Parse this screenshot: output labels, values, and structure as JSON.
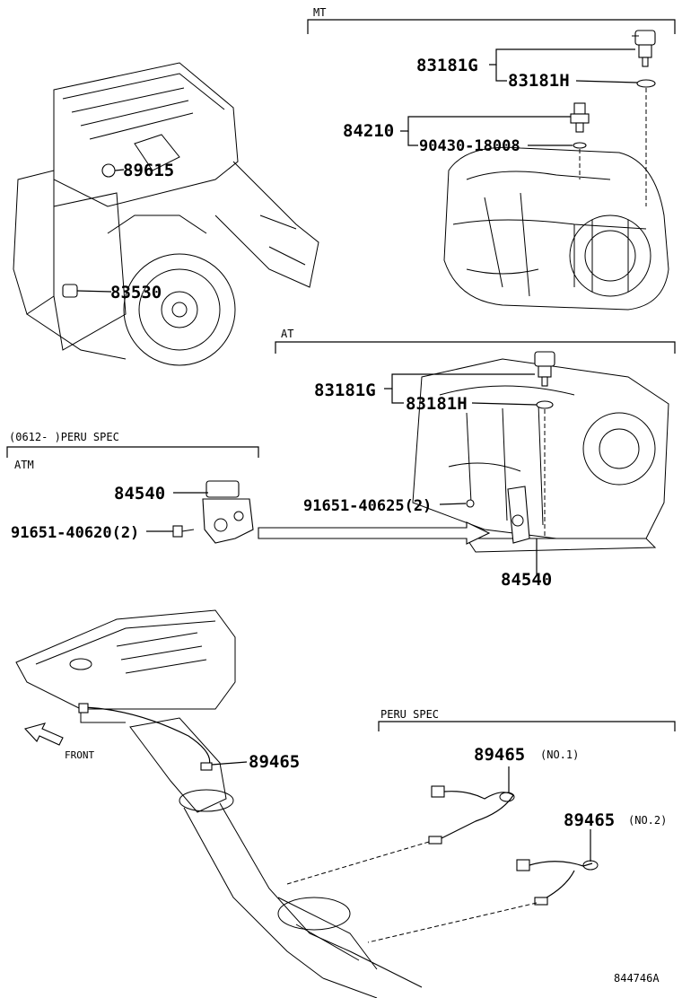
{
  "sections": {
    "mt": "MT",
    "at": "AT",
    "peru_atm_header": "(0612-      )PERU SPEC",
    "atm": "ATM",
    "peru_spec": "PERU SPEC"
  },
  "labels": {
    "mt_83181g": "83181G",
    "mt_83181h": "83181H",
    "mt_84210": "84210",
    "mt_90430": "90430-18008",
    "eng_89615": "89615",
    "eng_83530": "83530",
    "at_83181g": "83181G",
    "at_83181h": "83181H",
    "at_91651": "91651-40625(2)",
    "at_84540": "84540",
    "atm_84540": "84540",
    "atm_91651": "91651-40620(2)",
    "exh_89465": "89465",
    "peru_89465_1": "89465",
    "peru_89465_1_note": "(NO.1)",
    "peru_89465_2": "89465",
    "peru_89465_2_note": "(NO.2)"
  },
  "front_label": "FRONT",
  "figure_id": "844746A"
}
